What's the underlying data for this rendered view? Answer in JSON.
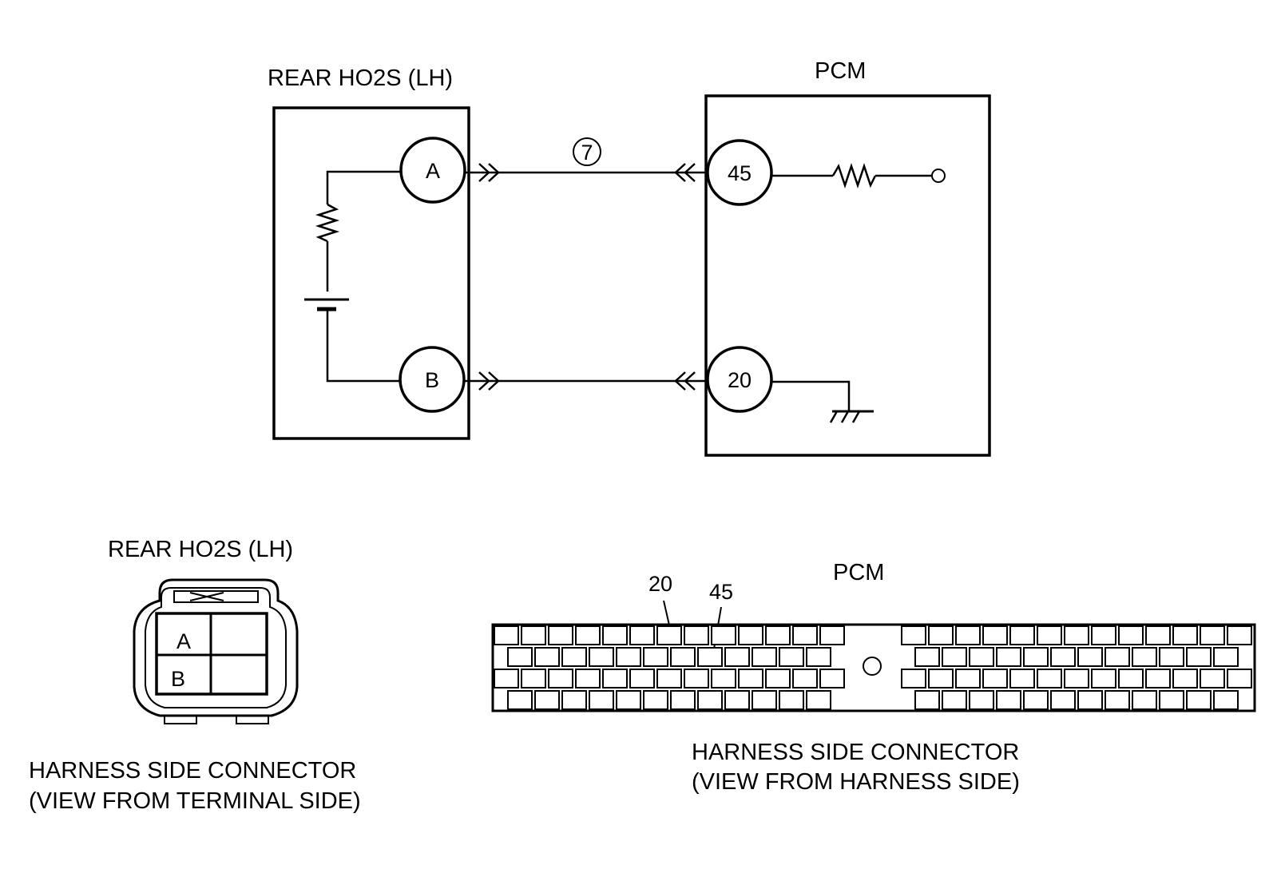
{
  "schematic": {
    "sensor_label": "REAR HO2S (LH)",
    "pcm_label": "PCM",
    "terminal_a": "A",
    "terminal_b": "B",
    "pcm_pin_signal": "45",
    "pcm_pin_ground": "20",
    "wire_number": "7"
  },
  "sensor_connector": {
    "title": "REAR HO2S (LH)",
    "cell_a": "A",
    "cell_b": "B",
    "caption_line1": "HARNESS SIDE CONNECTOR",
    "caption_line2": "(VIEW FROM TERMINAL SIDE)"
  },
  "pcm_connector": {
    "title": "PCM",
    "pin_callout_1": "20",
    "pin_callout_2": "45",
    "caption_line1": "HARNESS SIDE CONNECTOR",
    "caption_line2": "(VIEW FROM HARNESS SIDE)"
  }
}
